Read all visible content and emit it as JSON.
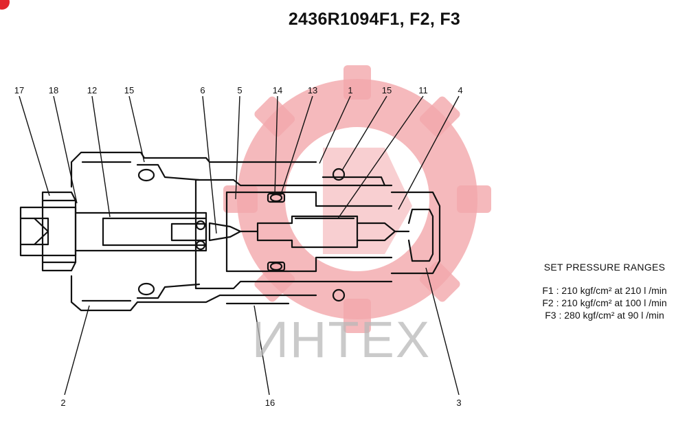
{
  "title": "2436R1094F1, F2, F3",
  "watermark": {
    "text": "ИНТЕХ",
    "gear_color": "#f3a8ab",
    "accent_color": "#e2262c"
  },
  "callouts": [
    "17",
    "18",
    "12",
    "15",
    "6",
    "5",
    "14",
    "13",
    "1",
    "15",
    "11",
    "4",
    "2",
    "16",
    "3"
  ],
  "pressure_ranges": {
    "heading": "SET PRESSURE RANGES",
    "rows": [
      "F1 : 210 kgf/cm² at 210 l /min",
      "F2 : 210 kgf/cm² at 100 l /min",
      "F3 : 280 kgf/cm² at 90 l /min"
    ]
  }
}
